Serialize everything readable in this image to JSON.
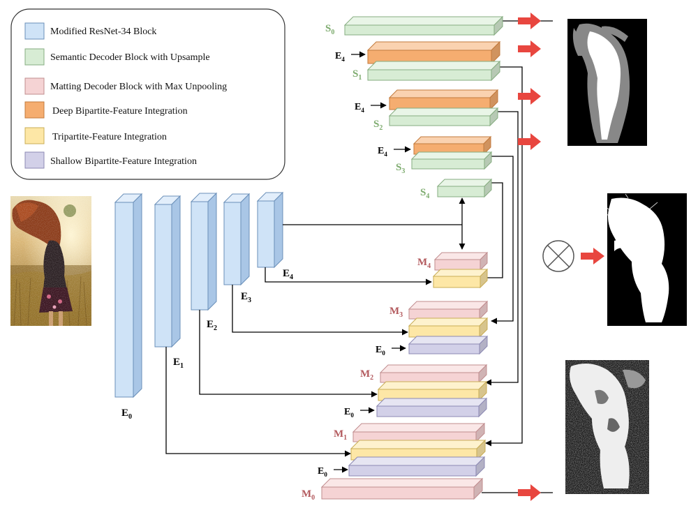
{
  "legend": {
    "items": [
      {
        "text": "Modified ResNet-34 Block",
        "color": "#cfe3f7",
        "stroke": "#6a8fb8"
      },
      {
        "text": "Semantic Decoder Block with Upsample",
        "color": "#d7ecd4",
        "stroke": "#86ad80"
      },
      {
        "text": "Matting Decoder Block with Max Unpooling",
        "color": "#f5d3d4",
        "stroke": "#c08c8e"
      },
      {
        "text": "Deep Bipartite-Feature Integration",
        "color": "#f5ad70",
        "stroke": "#c27a3c"
      },
      {
        "text": "Tripartite-Feature Integration",
        "color": "#fde7a6",
        "stroke": "#c9ad55"
      },
      {
        "text": "Shallow Bipartite-Feature Integration",
        "color": "#d2d0e8",
        "stroke": "#8c89b3"
      }
    ]
  },
  "encoder_labels": {
    "e0": {
      "main": "E",
      "sub": "0"
    },
    "e1": {
      "main": "E",
      "sub": "1"
    },
    "e2": {
      "main": "E",
      "sub": "2"
    },
    "e3": {
      "main": "E",
      "sub": "3"
    },
    "e4": {
      "main": "E",
      "sub": "4"
    }
  },
  "semantic_labels": {
    "s0": {
      "main": "S",
      "sub": "0"
    },
    "s1": {
      "main": "S",
      "sub": "1"
    },
    "s2": {
      "main": "S",
      "sub": "2"
    },
    "s3": {
      "main": "S",
      "sub": "3"
    },
    "s4": {
      "main": "S",
      "sub": "4"
    }
  },
  "matting_labels": {
    "m0": {
      "main": "M",
      "sub": "0"
    },
    "m1": {
      "main": "M",
      "sub": "1"
    },
    "m2": {
      "main": "M",
      "sub": "2"
    },
    "m3": {
      "main": "M",
      "sub": "3"
    },
    "m4": {
      "main": "M",
      "sub": "4"
    }
  },
  "input_labels": {
    "e4": {
      "main": "E",
      "sub": "4"
    },
    "e0": {
      "main": "E",
      "sub": "0"
    }
  },
  "colors": {
    "semantic_text": "#7dab6e",
    "matting_text": "#b35a5e",
    "arrow_red": "#e8463f",
    "line": "#000000"
  }
}
